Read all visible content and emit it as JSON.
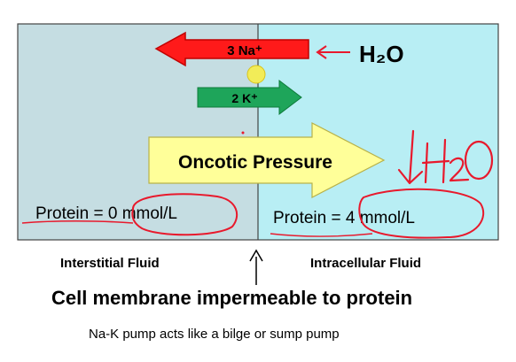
{
  "diagram": {
    "compartments": {
      "interstitial": {
        "label": "Interstitial Fluid",
        "protein": "Protein = 0 mmol/L",
        "color": "#c5dde2"
      },
      "intracellular": {
        "label": "Intracellular Fluid",
        "protein": "Protein = 4 mmol/L",
        "color": "#b8eef4"
      }
    },
    "sodium_arrow": {
      "label": "3 Na⁺",
      "color": "#ff1a1a"
    },
    "potassium_arrow": {
      "label": "2 K⁺",
      "color": "#1ea55a"
    },
    "pump": {
      "color": "#f2ec58"
    },
    "water_label": "H₂O",
    "oncotic_arrow": {
      "label": "Oncotic Pressure",
      "color": "#ffff99"
    },
    "membrane_caption": "Cell membrane impermeable to protein",
    "pump_note": "Na-K pump acts like a bilge or sump pump",
    "handwritten_annotation": "↓H₂O"
  },
  "colors": {
    "annotation_ink": "#e8192c",
    "arrow_dark_red": "#c00000"
  }
}
